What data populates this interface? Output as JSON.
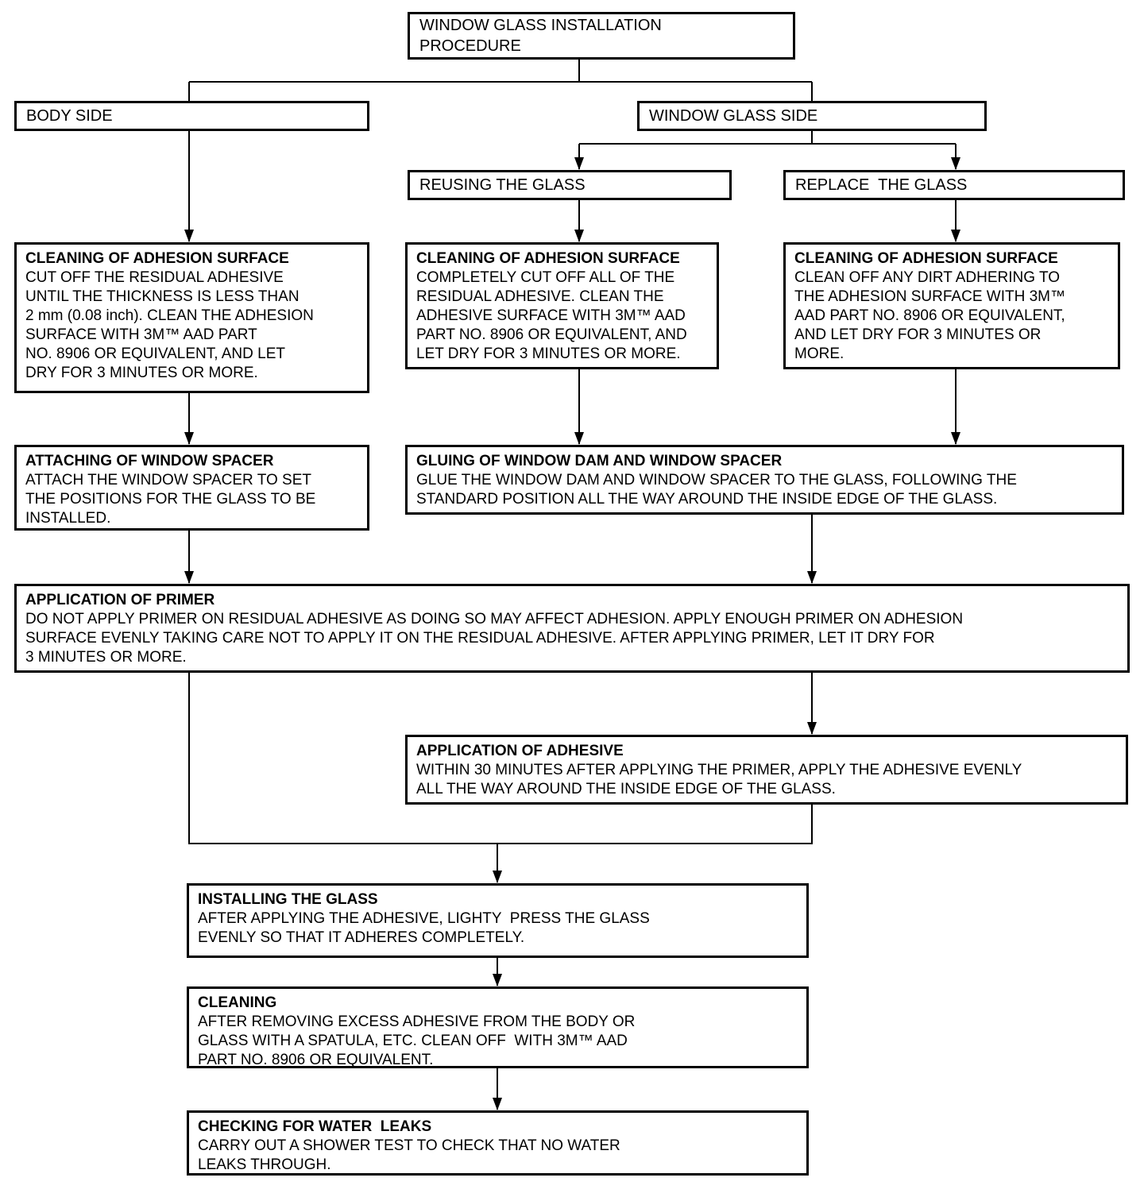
{
  "page": {
    "background_color": "#ffffff",
    "line_color": "#000000",
    "text_color": "#000000"
  },
  "nodes": {
    "title": {
      "text": "WINDOW GLASS INSTALLATION\nPROCEDURE"
    },
    "body_side": {
      "text": "BODY SIDE"
    },
    "window_glass_side": {
      "text": "WINDOW GLASS SIDE"
    },
    "reusing_glass": {
      "text": "REUSING THE GLASS"
    },
    "replace_glass": {
      "text": "REPLACE  THE GLASS"
    },
    "cleaning_body_side": {
      "heading": "CLEANING OF ADHESION SURFACE",
      "body": "CUT OFF THE RESIDUAL ADHESIVE\nUNTIL THE THICKNESS IS LESS THAN\n2 mm (0.08 inch). CLEAN THE ADHESION\nSURFACE WITH 3M™ AAD PART\nNO. 8906 OR EQUIVALENT, AND LET\nDRY FOR 3 MINUTES OR MORE."
    },
    "cleaning_reusing": {
      "heading": "CLEANING OF ADHESION SURFACE",
      "body": "COMPLETELY CUT OFF ALL OF THE\nRESIDUAL ADHESIVE. CLEAN THE\nADHESIVE SURFACE WITH 3M™ AAD\nPART NO. 8906 OR EQUIVALENT, AND\nLET DRY FOR 3 MINUTES OR MORE."
    },
    "cleaning_replace": {
      "heading": "CLEANING OF ADHESION SURFACE",
      "body": "CLEAN OFF ANY DIRT ADHERING TO\nTHE ADHESION SURFACE WITH 3M™\nAAD PART NO. 8906 OR EQUIVALENT,\nAND LET DRY FOR 3 MINUTES OR\nMORE."
    },
    "attaching_spacer": {
      "heading": "ATTACHING OF WINDOW SPACER",
      "body": "ATTACH THE WINDOW SPACER TO SET\nTHE POSITIONS FOR THE GLASS TO BE\nINSTALLED."
    },
    "gluing_dam_spacer": {
      "heading": "GLUING OF WINDOW DAM AND WINDOW SPACER",
      "body": "GLUE THE WINDOW DAM AND WINDOW SPACER TO THE GLASS, FOLLOWING THE\nSTANDARD POSITION ALL THE WAY AROUND THE INSIDE EDGE OF THE GLASS."
    },
    "application_primer": {
      "heading": "APPLICATION OF PRIMER",
      "body": "DO NOT APPLY PRIMER ON RESIDUAL ADHESIVE AS DOING SO MAY AFFECT ADHESION. APPLY ENOUGH PRIMER ON ADHESION\nSURFACE EVENLY TAKING CARE NOT TO APPLY IT ON THE RESIDUAL ADHESIVE. AFTER APPLYING PRIMER, LET IT DRY FOR\n3 MINUTES OR MORE."
    },
    "application_adhesive": {
      "heading": "APPLICATION OF ADHESIVE",
      "body": "WITHIN 30 MINUTES AFTER APPLYING THE PRIMER, APPLY THE ADHESIVE EVENLY\nALL THE WAY AROUND THE INSIDE EDGE OF THE GLASS."
    },
    "installing_glass": {
      "heading": "INSTALLING THE GLASS",
      "body": "AFTER APPLYING THE ADHESIVE, LIGHTY  PRESS THE GLASS\nEVENLY SO THAT IT ADHERES COMPLETELY."
    },
    "cleaning_final": {
      "heading": "CLEANING",
      "body": "AFTER REMOVING EXCESS ADHESIVE FROM THE BODY OR\nGLASS WITH A SPATULA, ETC. CLEAN OFF  WITH 3M™ AAD\nPART NO. 8906 OR EQUIVALENT."
    },
    "checking_leaks": {
      "heading": "CHECKING FOR WATER  LEAKS",
      "body": "CARRY OUT A SHOWER TEST TO CHECK THAT NO WATER\nLEAKS THROUGH."
    }
  }
}
